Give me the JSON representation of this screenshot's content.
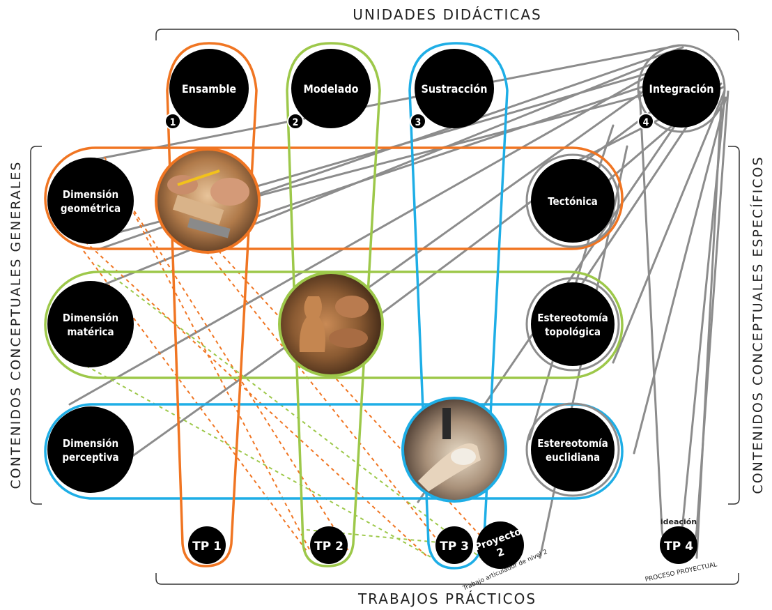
{
  "titles": {
    "top": "UNIDADES DIDÁCTICAS",
    "bottom": "TRABAJOS PRÁCTICOS",
    "left": "CONTENIDOS CONCEPTUALES GENERALES",
    "right": "CONTENIDOS CONCEPTUALES ESPECÍFICOS"
  },
  "units": [
    {
      "num": "1",
      "label": "Ensamble"
    },
    {
      "num": "2",
      "label": "Modelado"
    },
    {
      "num": "3",
      "label": "Sustracción"
    },
    {
      "num": "4",
      "label": "Integración"
    }
  ],
  "general": [
    {
      "line1": "Dimensión",
      "line2": "geométrica"
    },
    {
      "line1": "Dimensión",
      "line2": "matérica"
    },
    {
      "line1": "Dimensión",
      "line2": "perceptiva"
    }
  ],
  "specific": [
    {
      "line1": "Tectónica",
      "line2": ""
    },
    {
      "line1": "Estereotomía",
      "line2": "topológica"
    },
    {
      "line1": "Estereotomía",
      "line2": "euclidiana"
    }
  ],
  "practicals": {
    "tp1": "TP 1",
    "tp2": "TP 2",
    "tp3": "TP 3",
    "tp4": "TP 4",
    "proyecto_line1": "Proyecto",
    "proyecto_line2": "2",
    "proyecto_caption": "Trabajo articulador de nivel 2",
    "ideacion": "ideación",
    "proceso": "PROCESO PROYECTUAL"
  },
  "colors": {
    "orange": "#f07522",
    "green": "#9dc84a",
    "blue": "#1eaee6",
    "gray": "#8c8c8c",
    "node": "#000000"
  },
  "images": [
    "photo-hands-woodworking",
    "photo-clay-pottery-wheel",
    "photo-stone-carving"
  ]
}
